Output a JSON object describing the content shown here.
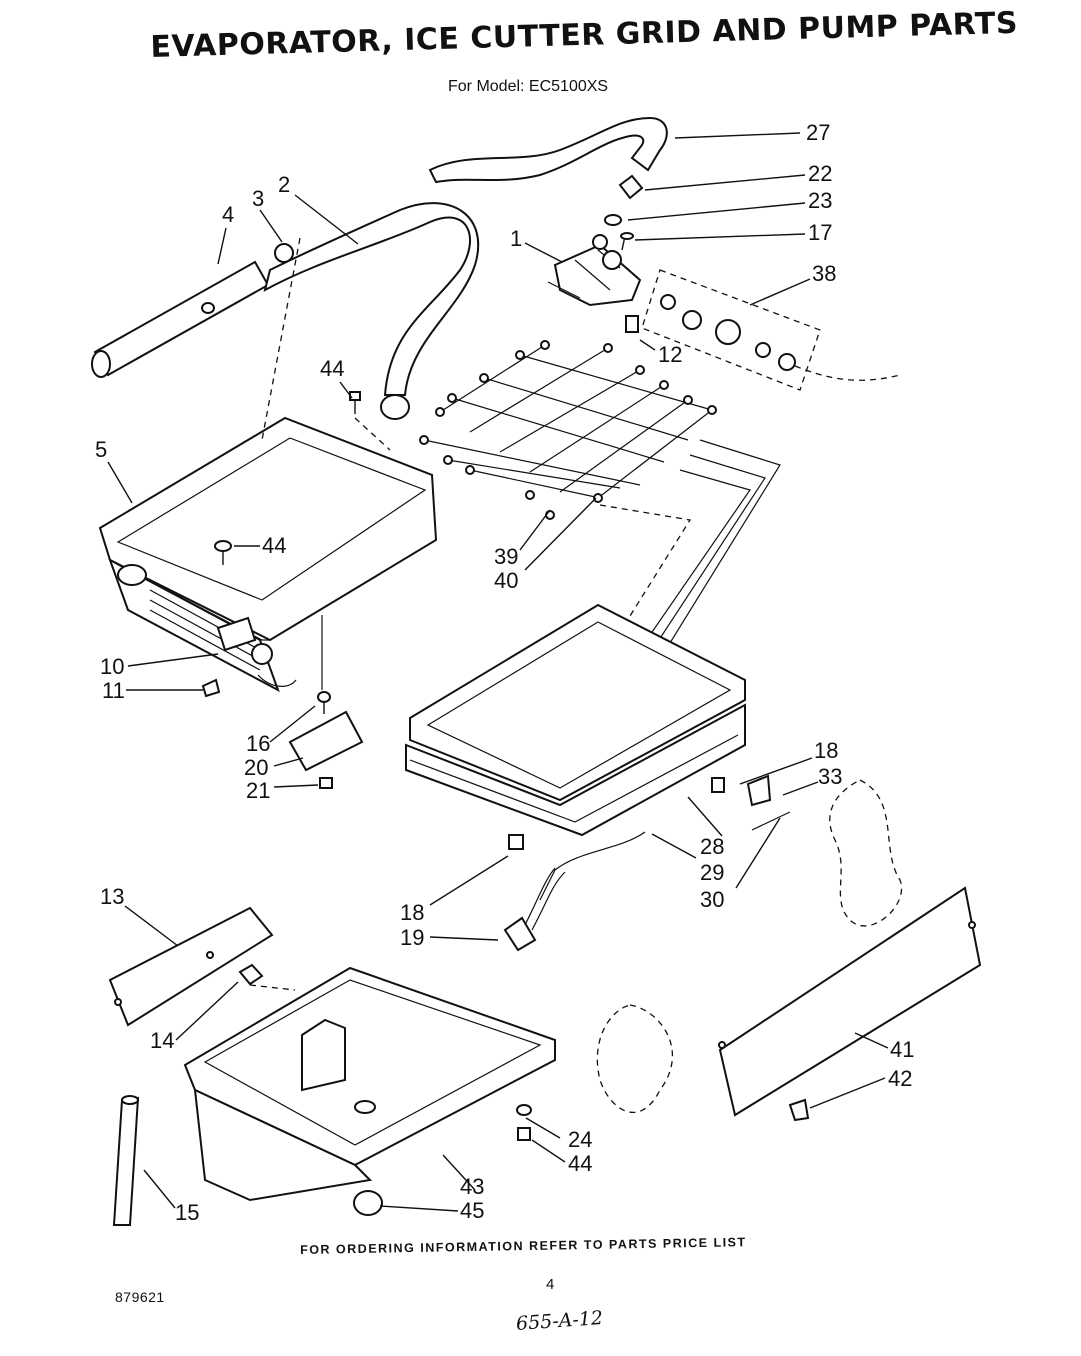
{
  "title": "EVAPORATOR, ICE CUTTER GRID AND PUMP PARTS",
  "subtitle": "For Model: EC5100XS",
  "footer_note": "FOR ORDERING INFORMATION REFER TO PARTS PRICE LIST",
  "page_number": "4",
  "document_number": "879621",
  "handwritten_code": "655-A-12",
  "callouts": [
    "27",
    "22",
    "23",
    "17",
    "1",
    "38",
    "12",
    "2",
    "3",
    "4",
    "44",
    "5",
    "44",
    "39",
    "40",
    "10",
    "11",
    "16",
    "20",
    "21",
    "18",
    "33",
    "28",
    "29",
    "30",
    "18",
    "19",
    "13",
    "14",
    "41",
    "42",
    "24",
    "44",
    "43",
    "45",
    "15"
  ]
}
